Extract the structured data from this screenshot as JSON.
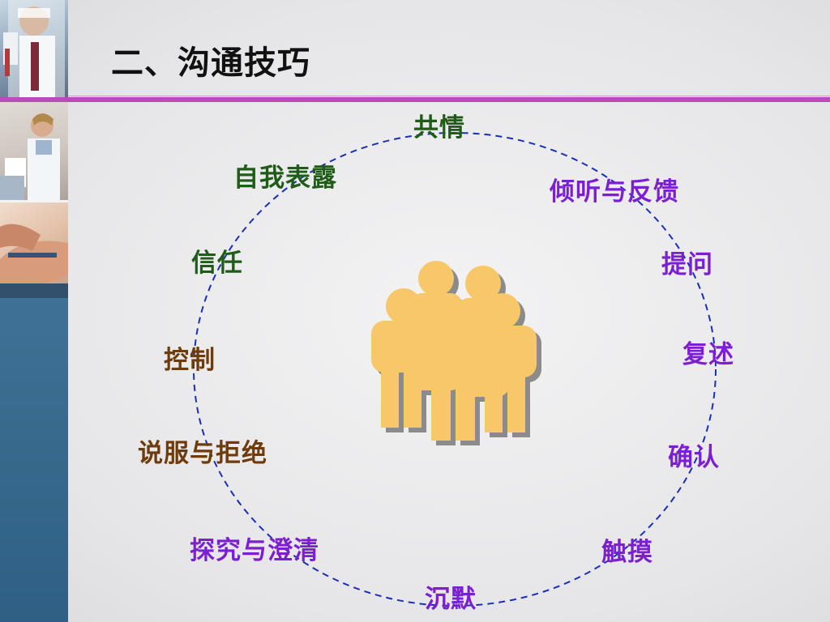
{
  "slide": {
    "title": "二、沟通技巧"
  },
  "diagram": {
    "center_icon": "people-group-icon",
    "labels": {
      "gongqing": "共情",
      "ziwo_biaolu": "自我表露",
      "qingting_fankui": "倾听与反馈",
      "xinren": "信任",
      "tiwen": "提问",
      "kongzhi": "控制",
      "fushu": "复述",
      "shuofu_jujue": "说服与拒绝",
      "queren": "确认",
      "tanjiu_chengqing": "探究与澄清",
      "chumo": "触摸",
      "chenmo": "沉默"
    }
  },
  "colors": {
    "accent_rule": "#b64fb5",
    "green_text": "#1f5c17",
    "purple_text": "#7b1fd1",
    "brown_text": "#6e3b0c",
    "circle_stroke": "#1a2fb8",
    "figure_fill": "#f8c76a",
    "figure_shadow": "#7a7a7a"
  }
}
